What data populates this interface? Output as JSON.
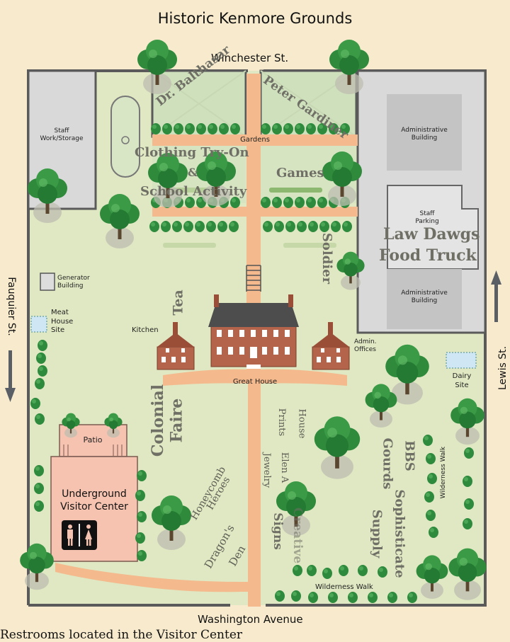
{
  "title": "Historic Kenmore Grounds",
  "streets": {
    "north": "Winchester St.",
    "south": "Washington Avenue",
    "west": "Fauquier St.",
    "east": "Lewis St."
  },
  "buildings": {
    "staff_storage": "Staff\nWork/Storage",
    "admin_top": "Administrative\nBuilding",
    "staff_parking": "Staff\nParking",
    "admin_bottom": "Administrative\nBuilding",
    "generator": "Generator\nBuilding",
    "meat_house": "Meat\nHouse\nSite",
    "kitchen": "Kitchen",
    "great_house": "Great House",
    "admin_offices": "Admin.\nOffices",
    "dairy": "Dairy\nSite",
    "patio": "Patio",
    "visitor_center": "Underground\nVisitor Center",
    "gardens": "Gardens",
    "wilderness_walk_vertical": "Wilderness Walk",
    "wilderness_walk_bottom": "Wilderness Walk"
  },
  "vendors": {
    "dr_balthasar": "Dr. Balthasar",
    "peter_gardiner": "Peter Gardiner",
    "clothing": "Clothing Try-On",
    "amp": "&",
    "school": "School Activity",
    "games": "Games",
    "law_dawgs_1": "Law Dawgs",
    "law_dawgs_2": "Food Truck",
    "soldier": "Soldier",
    "tea": "Tea",
    "colonial": "Colonial",
    "faire": "Faire",
    "honeycomb": "Honeycomb",
    "heroes": "Heroes",
    "dragons": "Dragon's",
    "den": "Den",
    "house": "House",
    "prints": "Prints",
    "elen": "Elen A",
    "jewelry": "Jewelry",
    "signs": "Signs",
    "creative": "Creative",
    "bbs": "BBS",
    "gourds": "Gourds",
    "sophisticate": "Sophisticate",
    "supply": "Supply"
  },
  "footer": "Restrooms located in the Visitor Center",
  "colors": {
    "background": "#f8ebcd",
    "lawn": "#dfe8c2",
    "path": "#f4b98c",
    "garden": "#cfe0bc",
    "building_gray": "#d6d6d6",
    "visitor_center": "#f6c3b0",
    "brick": "#b4644a"
  }
}
